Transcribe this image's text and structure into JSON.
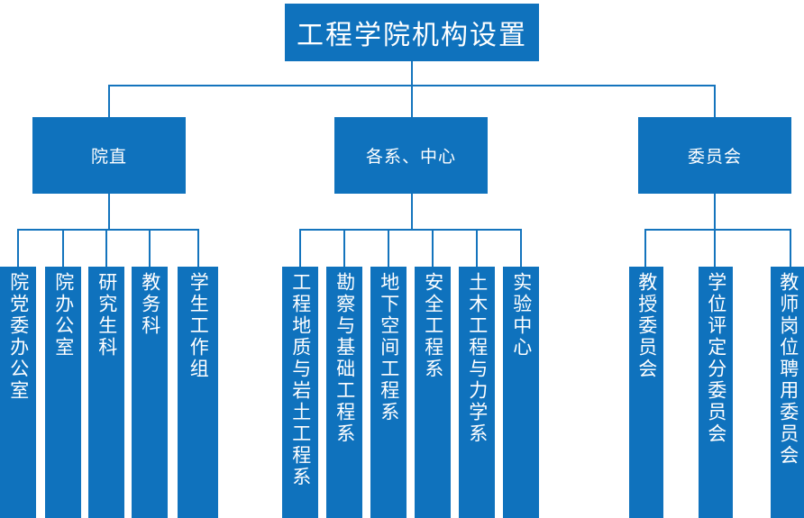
{
  "chart_data": {
    "type": "diagram",
    "subtype": "organization-chart",
    "title": "工程学院机构设置",
    "orientation": "top-down",
    "node_color": "#0f72bd",
    "connector_color": "#1474bd",
    "text_color": "#ffffff",
    "background": "#ffffff",
    "levels": 3,
    "nodes": [
      {
        "id": "root",
        "label": "工程学院机构设置",
        "level": 0,
        "parent": null
      },
      {
        "id": "g1",
        "label": "院直",
        "level": 1,
        "parent": "root"
      },
      {
        "id": "g2",
        "label": "各系、中心",
        "level": 1,
        "parent": "root"
      },
      {
        "id": "g3",
        "label": "委员会",
        "level": 1,
        "parent": "root"
      },
      {
        "id": "g1c1",
        "label": "院党委办公室",
        "level": 2,
        "parent": "g1"
      },
      {
        "id": "g1c2",
        "label": "院办公室",
        "level": 2,
        "parent": "g1"
      },
      {
        "id": "g1c3",
        "label": "研究生科",
        "level": 2,
        "parent": "g1"
      },
      {
        "id": "g1c4",
        "label": "教务科",
        "level": 2,
        "parent": "g1"
      },
      {
        "id": "g1c5",
        "label": "学生工作组",
        "level": 2,
        "parent": "g1"
      },
      {
        "id": "g2c1",
        "label": "工程地质与岩土工程系",
        "level": 2,
        "parent": "g2"
      },
      {
        "id": "g2c2",
        "label": "勘察与基础工程系",
        "level": 2,
        "parent": "g2"
      },
      {
        "id": "g2c3",
        "label": "地下空间工程系",
        "level": 2,
        "parent": "g2"
      },
      {
        "id": "g2c4",
        "label": "安全工程系",
        "level": 2,
        "parent": "g2"
      },
      {
        "id": "g2c5",
        "label": "土木工程与力学系",
        "level": 2,
        "parent": "g2"
      },
      {
        "id": "g2c6",
        "label": "实验中心",
        "level": 2,
        "parent": "g2"
      },
      {
        "id": "g3c1",
        "label": "教授委员会",
        "level": 2,
        "parent": "g3"
      },
      {
        "id": "g3c2",
        "label": "学位评定分委员会",
        "level": 2,
        "parent": "g3"
      },
      {
        "id": "g3c3",
        "label": "教师岗位聘用委员会",
        "level": 2,
        "parent": "g3"
      }
    ]
  },
  "chart": {
    "title": "工程学院机构设置",
    "branches": [
      {
        "name": "院直",
        "children": [
          "院党委办公室",
          "院办公室",
          "研究生科",
          "教务科",
          "学生工作组"
        ]
      },
      {
        "name": "各系、中心",
        "children": [
          "工程地质与岩土工程系",
          "勘察与基础工程系",
          "地下空间工程系",
          "安全工程系",
          "土木工程与力学系",
          "实验中心"
        ]
      },
      {
        "name": "委员会",
        "children": [
          "教授委员会",
          "学位评定分委员会",
          "教师岗位聘用委员会"
        ]
      }
    ]
  },
  "colors": {
    "node_fill": "#0f72bd",
    "connector": "#1474bd",
    "label": "#ffffff",
    "canvas": "#ffffff"
  }
}
